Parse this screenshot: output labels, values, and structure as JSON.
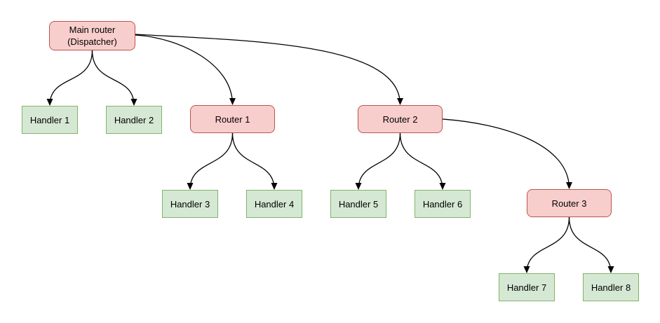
{
  "nodes": {
    "main": {
      "label": "Main router\n(Dispatcher)",
      "type": "router"
    },
    "router1": {
      "label": "Router 1",
      "type": "router"
    },
    "router2": {
      "label": "Router 2",
      "type": "router"
    },
    "router3": {
      "label": "Router 3",
      "type": "router"
    },
    "handler1": {
      "label": "Handler 1",
      "type": "handler"
    },
    "handler2": {
      "label": "Handler 2",
      "type": "handler"
    },
    "handler3": {
      "label": "Handler 3",
      "type": "handler"
    },
    "handler4": {
      "label": "Handler 4",
      "type": "handler"
    },
    "handler5": {
      "label": "Handler 5",
      "type": "handler"
    },
    "handler6": {
      "label": "Handler 6",
      "type": "handler"
    },
    "handler7": {
      "label": "Handler 7",
      "type": "handler"
    },
    "handler8": {
      "label": "Handler 8",
      "type": "handler"
    }
  },
  "edges": [
    {
      "from": "main",
      "to": "handler1"
    },
    {
      "from": "main",
      "to": "handler2"
    },
    {
      "from": "main",
      "to": "router1"
    },
    {
      "from": "main",
      "to": "router2"
    },
    {
      "from": "router1",
      "to": "handler3"
    },
    {
      "from": "router1",
      "to": "handler4"
    },
    {
      "from": "router2",
      "to": "handler5"
    },
    {
      "from": "router2",
      "to": "handler6"
    },
    {
      "from": "router2",
      "to": "router3"
    },
    {
      "from": "router3",
      "to": "handler7"
    },
    {
      "from": "router3",
      "to": "handler8"
    }
  ],
  "colors": {
    "router_fill": "#f8cecc",
    "router_border": "#b85450",
    "handler_fill": "#d5e8d4",
    "handler_border": "#82b366",
    "edge": "#000000",
    "background": "#ffffff"
  }
}
